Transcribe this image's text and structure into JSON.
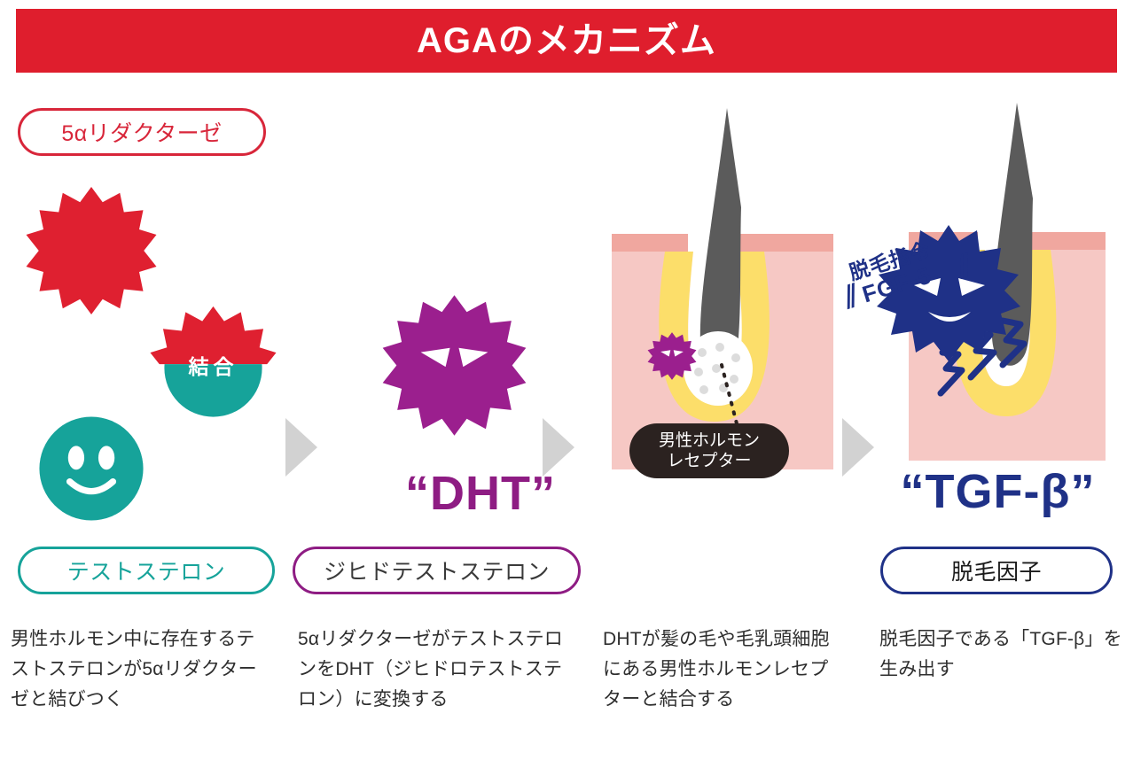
{
  "title": "AGAのメカニズム",
  "colors": {
    "banner_red": "#DF1E2D",
    "red": "#D8263A",
    "teal": "#16A39A",
    "purple": "#8E1C83",
    "navy": "#1F3187",
    "skin_light": "#F6C8C4",
    "skin_top": "#F0A79F",
    "follicle_yellow": "#FCDE6A",
    "hair_gray": "#5B5B5B",
    "arrow_gray": "#D2D2D2",
    "receptor_dark": "#2B2220"
  },
  "steps": [
    {
      "id": "step-1",
      "top_label": "5αリダクターゼ",
      "bottom_label": "テストステロン",
      "bond_label": "結合",
      "caption": "男性ホルモン中に存在するテストステロンが5αリダクターゼと結びつく"
    },
    {
      "id": "step-2",
      "molecule_name": "“DHT”",
      "bottom_label": "ジヒドテストステロン",
      "caption": "5αリダクターゼがテストステロンをDHT（ジヒドロテストステロン）に変換する"
    },
    {
      "id": "step-3",
      "receptor_label_line1": "男性ホルモン",
      "receptor_label_line2": "レセプター",
      "caption": "DHTが髪の毛や毛乳頭細胞にある男性ホルモンレセプターと結合する"
    },
    {
      "id": "step-4",
      "shout_line1": "脱毛指令",
      "shout_line2": "FGF-5",
      "shout_slash_left": "⫽",
      "shout_slash_right": "⫽",
      "molecule_name": "“TGF-β”",
      "bottom_label": "脱毛因子",
      "caption": "脱毛因子である「TGF-β」を生み出す"
    }
  ]
}
